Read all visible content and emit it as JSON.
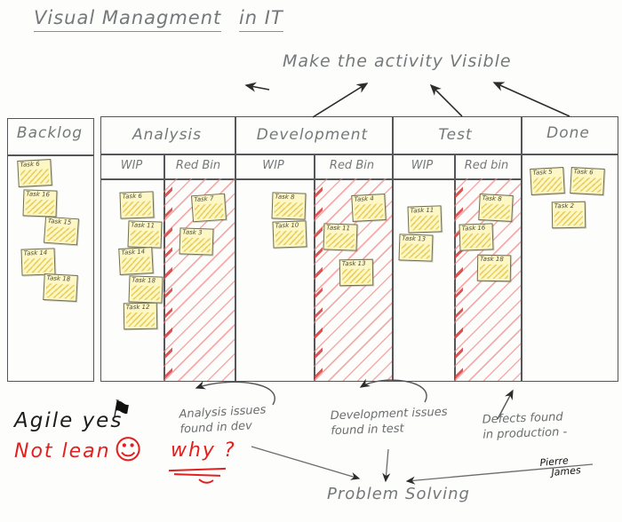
{
  "title": {
    "part1": "Visual Managment",
    "part2": "in IT"
  },
  "top_annotation": "Make the activity Visible",
  "board": {
    "backlog": {
      "header": "Backlog",
      "tasks": [
        "Task 6",
        "Task 16",
        "Task 15",
        "Task 14",
        "Task 18"
      ]
    },
    "analysis": {
      "header": "Analysis",
      "wip_label": "WIP",
      "redbin_label": "Red Bin",
      "wip_tasks": [
        "Task 6",
        "Task 11",
        "Task 14",
        "Task 18",
        "Task 12"
      ],
      "redbin_tasks": [
        "Task 7",
        "Task 3"
      ]
    },
    "development": {
      "header": "Development",
      "wip_label": "WIP",
      "redbin_label": "Red Bin",
      "wip_tasks": [
        "Task 8",
        "Task 10"
      ],
      "redbin_tasks": [
        "Task 4",
        "Task 11",
        "Task 13"
      ]
    },
    "test": {
      "header": "Test",
      "wip_label": "WIP",
      "redbin_label": "Red bin",
      "wip_tasks": [
        "Task 11",
        "Task 13"
      ],
      "redbin_tasks": [
        "Task 8",
        "Task 16",
        "Task 18"
      ]
    },
    "done": {
      "header": "Done",
      "tasks": [
        "Task 5",
        "Task 6",
        "Task 2"
      ]
    }
  },
  "annotations": {
    "agile": "Agile yes",
    "not_lean": "Not lean",
    "why": "why ?",
    "analysis_issues": {
      "line1": "Analysis issues",
      "line2": "found in dev"
    },
    "development_issues": {
      "line1": "Development issues",
      "line2": "found in test"
    },
    "defects": {
      "line1": "Defects found",
      "line2": "in production -"
    },
    "problem_solving": "Problem Solving"
  },
  "icons": {
    "flag_icon": "⚑",
    "smiley_icon": "☺"
  },
  "signature": {
    "line1": "Pierre",
    "line2": "James"
  },
  "colors": {
    "pencil": "#75787b",
    "ink": "#1c1c1c",
    "red": "#e32020",
    "note_bg": "#fdf6c5",
    "note_hatch": "#e2c43c",
    "redbin_hatch": "#f08080"
  }
}
